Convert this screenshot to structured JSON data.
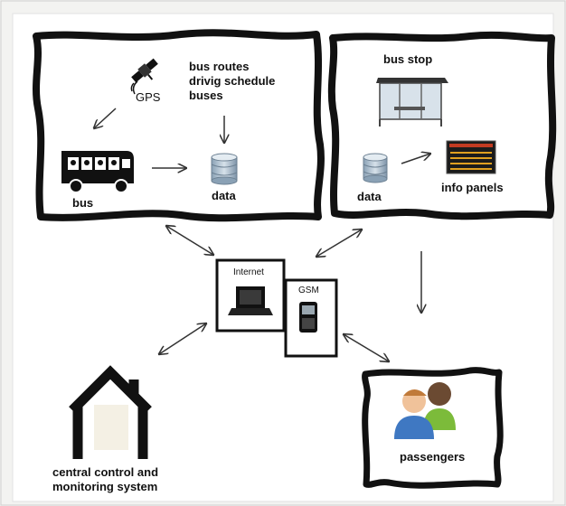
{
  "top_left_panel": {
    "gps_label": "GPS",
    "info_lines": [
      "bus routes",
      "drivig schedule",
      "buses"
    ],
    "bus_label": "bus",
    "data_label": "data"
  },
  "top_right_panel": {
    "bus_stop_label": "bus stop",
    "data_label": "data",
    "info_panels_label": "info panels"
  },
  "network": {
    "internet_label": "Internet",
    "gsm_label": "GSM"
  },
  "control": {
    "label_line1": "central control and",
    "label_line2": "monitoring system"
  },
  "passengers": {
    "label": "passengers"
  }
}
